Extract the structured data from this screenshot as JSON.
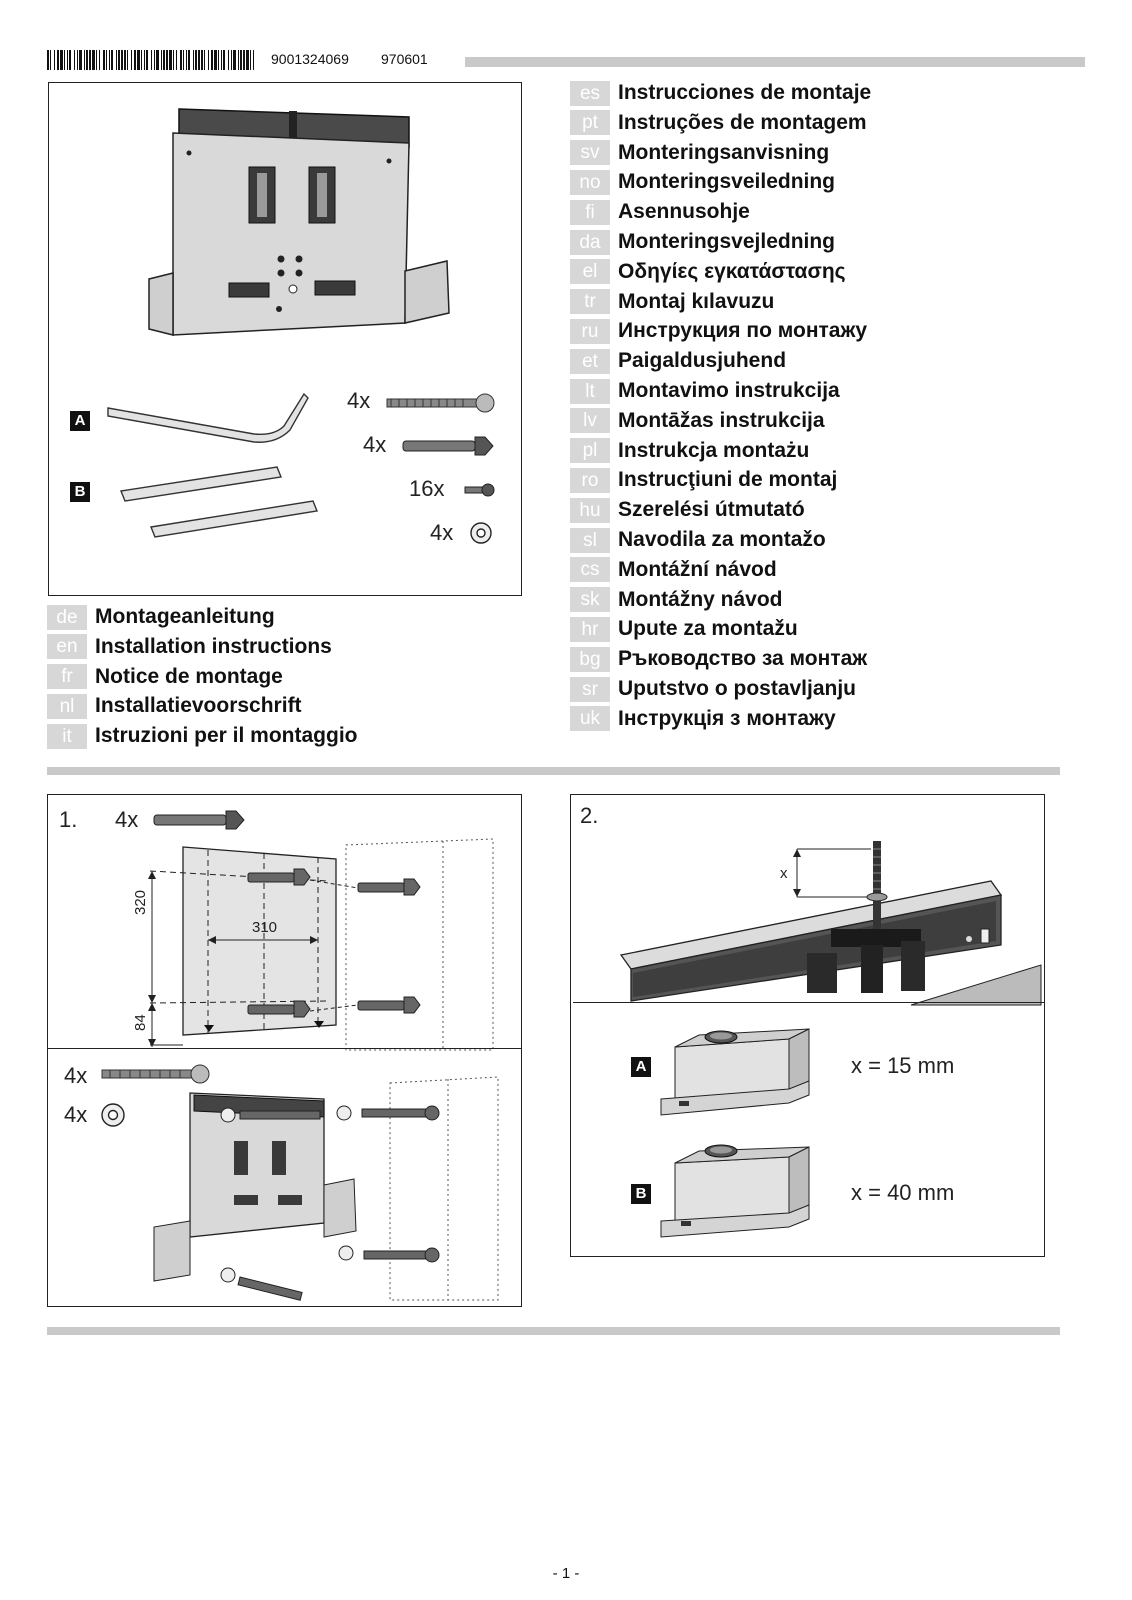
{
  "header": {
    "barcode": "barcode",
    "part_number": "9001324069",
    "doc_code": "970601"
  },
  "languages_left": [
    {
      "code": "de",
      "title": "Montageanleitung"
    },
    {
      "code": "en",
      "title": "Installation instructions"
    },
    {
      "code": "fr",
      "title": "Notice de montage"
    },
    {
      "code": "nl",
      "title": "Installatievoorschrift"
    },
    {
      "code": "it",
      "title": "Istruzioni per il montaggio"
    }
  ],
  "languages_right": [
    {
      "code": "es",
      "title": "Instrucciones de montaje"
    },
    {
      "code": "pt",
      "title": "Instruções de montagem"
    },
    {
      "code": "sv",
      "title": "Monteringsanvisning"
    },
    {
      "code": "no",
      "title": "Monteringsveiledning"
    },
    {
      "code": "fi",
      "title": "Asennusohje"
    },
    {
      "code": "da",
      "title": "Monteringsvejledning"
    },
    {
      "code": "el",
      "title": "Οδηγίες εγκατάστασης"
    },
    {
      "code": "tr",
      "title": "Montaj kılavuzu"
    },
    {
      "code": "ru",
      "title": "Инструкция по монтажу"
    },
    {
      "code": "et",
      "title": "Paigaldusjuhend"
    },
    {
      "code": "lt",
      "title": "Montavimo instrukcija"
    },
    {
      "code": "lv",
      "title": "Montāžas instrukcija"
    },
    {
      "code": "pl",
      "title": "Instrukcja montażu"
    },
    {
      "code": "ro",
      "title": "Instrucţiuni de montaj"
    },
    {
      "code": "hu",
      "title": "Szerelési útmutató"
    },
    {
      "code": "sl",
      "title": "Navodila za montažo"
    },
    {
      "code": "cs",
      "title": "Montážní návod"
    },
    {
      "code": "sk",
      "title": "Montážny návod"
    },
    {
      "code": "hr",
      "title": "Upute za montažu"
    },
    {
      "code": "bg",
      "title": "Ръководство за монтаж"
    },
    {
      "code": "sr",
      "title": "Uputstvo o postavljanju"
    },
    {
      "code": "uk",
      "title": "Інструкція з монтажу"
    }
  ],
  "parts_box": {
    "label_a": "A",
    "label_b": "B",
    "qty_screws": "4x",
    "qty_dowels": "4x",
    "qty_small_screws": "16x",
    "qty_washers": "4x"
  },
  "step1": {
    "number": "1.",
    "qty_dowels": "4x",
    "dim_height": "320",
    "dim_width": "310",
    "dim_bottom": "84",
    "qty_screws": "4x",
    "qty_washers": "4x"
  },
  "step2": {
    "number": "2.",
    "dim_label": "x",
    "label_a": "A",
    "label_b": "B",
    "value_a": "x = 15 mm",
    "value_b": "x = 40 mm"
  },
  "footer": {
    "page": "- 1 -"
  }
}
